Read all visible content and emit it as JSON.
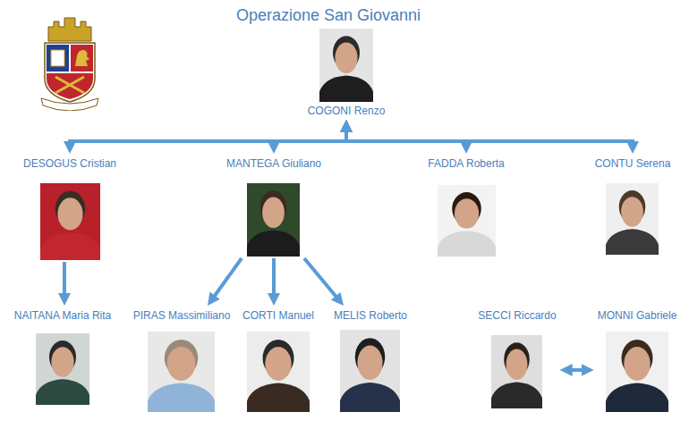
{
  "diagram": {
    "title": "Operazione San Giovanni",
    "nodes": [
      {
        "text": [
          "COGONI Renzo"
        ]
      },
      {
        "text": [
          "DESOGUS Cristian"
        ]
      },
      {
        "text": [
          "MANTEGA Giuliano"
        ]
      },
      {
        "text": [
          "FADDA Roberta"
        ]
      },
      {
        "text": [
          "CONTU Serena"
        ]
      },
      {
        "text": [
          "NAITANA Maria Rita"
        ]
      },
      {
        "text": [
          "PIRAS Massimiliano"
        ]
      },
      {
        "text": [
          "CORTI Manuel"
        ]
      },
      {
        "text": [
          "MELIS Roberto"
        ]
      },
      {
        "text": [
          "SECCI Riccardo"
        ]
      },
      {
        "text": [
          "MONNI Gabriele"
        ]
      }
    ],
    "edges": [
      {
        "from": 0,
        "to": 1,
        "arrow": "both"
      },
      {
        "from": 0,
        "to": 2,
        "arrow": "both"
      },
      {
        "from": 0,
        "to": 3,
        "arrow": "both"
      },
      {
        "from": 0,
        "to": 4,
        "arrow": "both"
      },
      {
        "from": 1,
        "to": 5,
        "arrow": "to"
      },
      {
        "from": 2,
        "to": 6,
        "arrow": "to"
      },
      {
        "from": 2,
        "to": 7,
        "arrow": "to"
      },
      {
        "from": 2,
        "to": 8,
        "arrow": "to"
      },
      {
        "from": 9,
        "to": 10,
        "arrow": "both"
      }
    ]
  }
}
